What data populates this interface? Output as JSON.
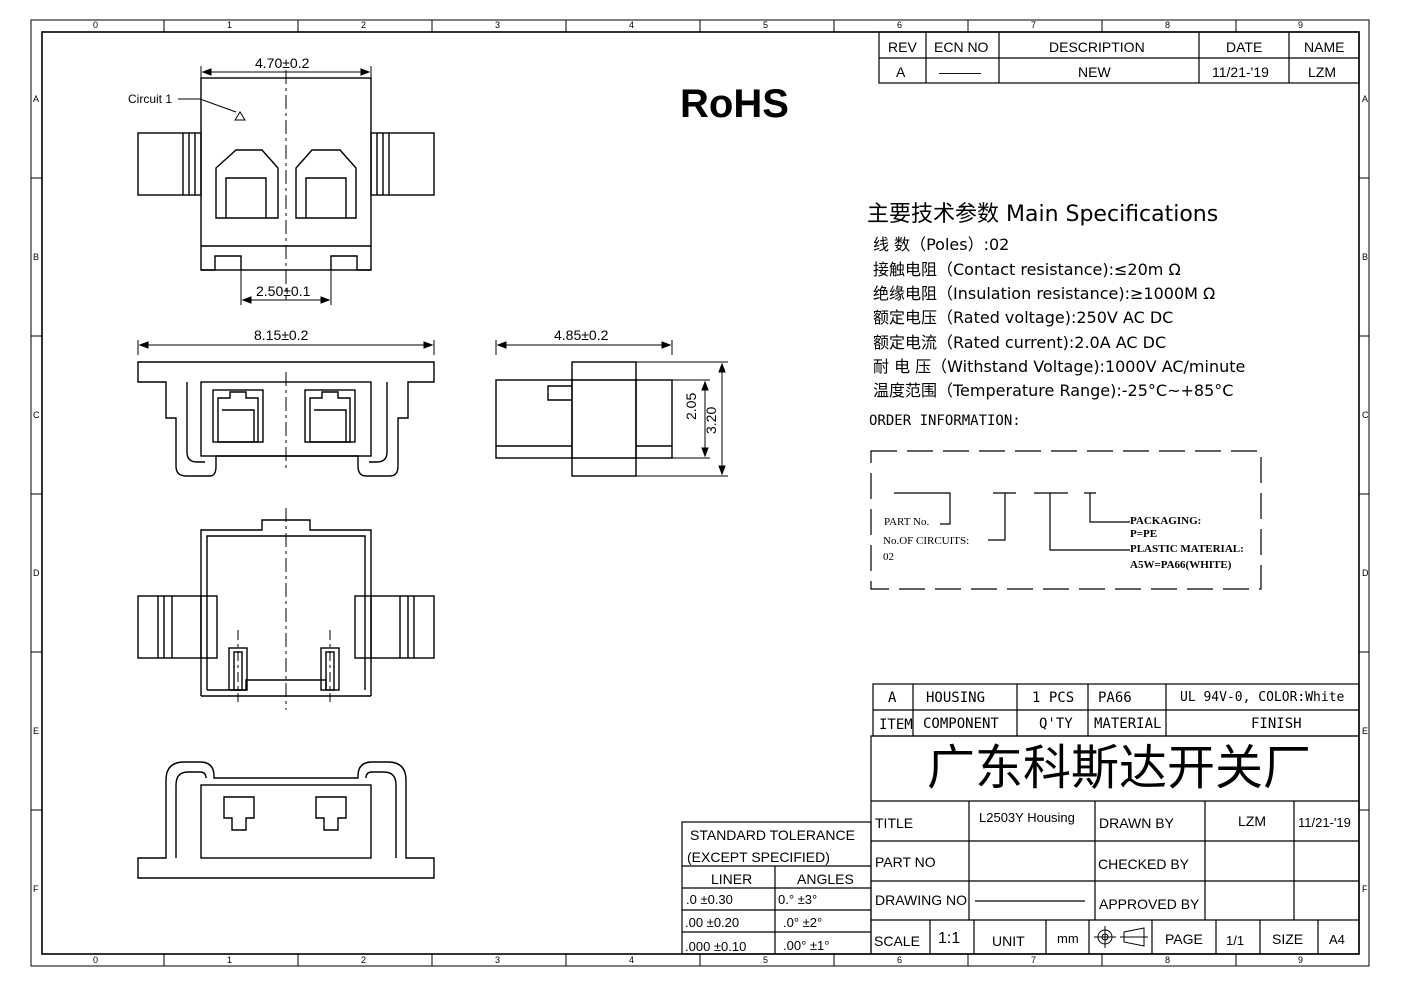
{
  "rohs": "RoHS",
  "border": {
    "cols": [
      "0",
      "1",
      "2",
      "3",
      "4",
      "5",
      "6",
      "7",
      "8",
      "9"
    ],
    "rows": [
      "A",
      "B",
      "C",
      "D",
      "E",
      "F"
    ]
  },
  "revision": {
    "headers": [
      "REV",
      "ECN NO",
      "DESCRIPTION",
      "DATE",
      "NAME"
    ],
    "row": {
      "rev": "A",
      "ecn": "———",
      "description": "NEW",
      "date": "11/21-'19",
      "name": "LZM"
    }
  },
  "specs": {
    "title": "主要技术参数 Main Specifications",
    "lines": [
      "线      数（Poles）:02",
      "接触电阻（Contact resistance):≤20m Ω",
      "绝缘电阻（Insulation resistance):≥1000M Ω",
      "额定电压（Rated voltage):250V AC DC",
      "额定电流（Rated current):2.0A AC DC",
      "耐 电 压（Withstand Voltage):1000V AC/minute",
      "温度范围（Temperature Range):-25°C~+85°C"
    ]
  },
  "order": {
    "heading": "ORDER INFORMATION:",
    "part_no": "PART No.",
    "circuits": "No.OF CIRCUITS:",
    "circuits_value": "02",
    "packaging": "PACKAGING:",
    "packaging_value": "P=PE",
    "material": "PLASTIC MATERIAL:",
    "material_value": "A5W=PA66(WHITE)"
  },
  "dimensions": {
    "top_width": "4.70±0.2",
    "pitch": "2.50±0.1",
    "front_width": "8.15±0.2",
    "side_width": "4.85±0.2",
    "height_inner": "2.05",
    "height_outer": "3.20",
    "circuit_label": "Circuit 1"
  },
  "bom": {
    "row": {
      "item": "A",
      "component": "HOUSING",
      "qty": "1 PCS",
      "material": "PA66",
      "finish": "UL 94V-0, COLOR:White"
    },
    "headers": {
      "item": "ITEM",
      "component": "COMPONENT",
      "qty": "Q'TY",
      "material": "MATERIAL",
      "finish": "FINISH"
    }
  },
  "company": "广东科斯达开关厂",
  "tolerance": {
    "title": "STANDARD TOLERANCE",
    "subtitle": "(EXCEPT  SPECIFIED)",
    "liner": "LINER",
    "angles": "ANGLES",
    "rows": [
      {
        "liner": ".0   ±0.30",
        "angle": "0.°   ±3°"
      },
      {
        "liner": ".00  ±0.20",
        "angle": ".0°  ±2°"
      },
      {
        "liner": ".000 ±0.10",
        "angle": ".00° ±1°"
      }
    ]
  },
  "titleblock": {
    "title_label": "TITLE",
    "title_value": "L2503Y Housing",
    "drawn_by_label": "DRAWN BY",
    "drawn_by": "LZM",
    "drawn_date": "11/21-'19",
    "part_no_label": "PART NO",
    "checked_by_label": "CHECKED BY",
    "drawing_no_label": "DRAWING NO",
    "approved_by_label": "APPROVED BY",
    "scale_label": "SCALE",
    "scale": "1:1",
    "unit_label": "UNIT",
    "unit": "mm",
    "page_label": "PAGE",
    "page": "1/1",
    "size_label": "SIZE",
    "size": "A4"
  }
}
